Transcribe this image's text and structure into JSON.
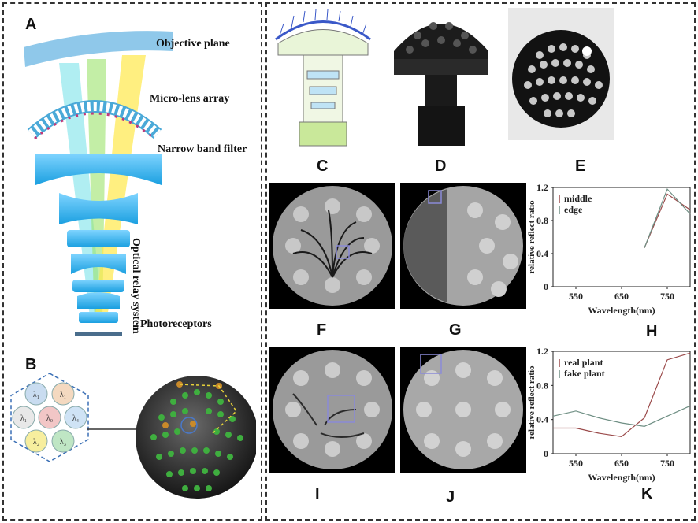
{
  "panels": {
    "A": "A",
    "B": "B",
    "C": "C",
    "D": "D",
    "E": "E",
    "F": "F",
    "G": "G",
    "H": "H",
    "I": "I",
    "J": "J",
    "K": "K"
  },
  "panel_a_labels": {
    "objective_plane": "Objective plane",
    "micro_lens_array": "Micro-lens array",
    "narrow_band_filter": "Narrow band filter",
    "optical_relay_system": "Optical relay system",
    "photoreceptors": "Photoreceptors"
  },
  "panel_b_labels": [
    "λ₁",
    "λ₁",
    "λ₁",
    "λ₀",
    "λ₄",
    "λ₂",
    "λ₃"
  ],
  "chart_data": [
    {
      "type": "line",
      "panel": "H",
      "title": "",
      "xlabel": "Wavelength(nm)",
      "ylabel": "relative reflect ratio",
      "xlim": [
        500,
        800
      ],
      "ylim": [
        0,
        1.2
      ],
      "xticks": [
        "550",
        "650",
        "750"
      ],
      "yticks": [
        "0",
        "0.4",
        "0.8",
        "1.2"
      ],
      "legend_position": "top-left",
      "series": [
        {
          "name": "middle",
          "color": "#9b4b4b",
          "x": [
            700,
            750,
            800
          ],
          "y": [
            0.47,
            1.12,
            0.93
          ]
        },
        {
          "name": "edge",
          "color": "#6f8f84",
          "x": [
            700,
            750,
            800
          ],
          "y": [
            0.47,
            1.18,
            0.88
          ]
        }
      ]
    },
    {
      "type": "line",
      "panel": "K",
      "title": "",
      "xlabel": "Wavelength(nm)",
      "ylabel": "relative reflect ratio",
      "xlim": [
        500,
        800
      ],
      "ylim": [
        0,
        1.2
      ],
      "xticks": [
        "550",
        "650",
        "750"
      ],
      "yticks": [
        "0",
        "0.4",
        "0.8",
        "1.2"
      ],
      "legend_position": "top-left",
      "series": [
        {
          "name": "real plant",
          "color": "#9b4b4b",
          "x": [
            500,
            550,
            600,
            650,
            700,
            750,
            800
          ],
          "y": [
            0.3,
            0.3,
            0.24,
            0.2,
            0.42,
            1.1,
            1.18
          ]
        },
        {
          "name": "fake plant",
          "color": "#6f8f84",
          "x": [
            500,
            550,
            600,
            650,
            700,
            750,
            800
          ],
          "y": [
            0.44,
            0.5,
            0.42,
            0.36,
            0.32,
            0.44,
            0.56
          ]
        }
      ]
    }
  ]
}
